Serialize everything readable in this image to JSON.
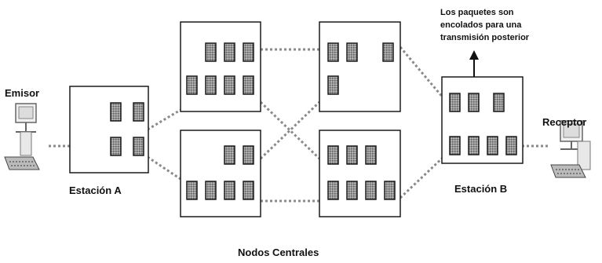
{
  "labels": {
    "emisor": "Emisor",
    "receptor": "Receptor",
    "estacion_a": "Estación A",
    "estacion_b": "Estación B",
    "nodos_centrales": "Nodos Centrales",
    "annotation": [
      "Los paquetes son",
      "encolados para una",
      "transmisión posterior"
    ]
  },
  "icons": {
    "sender": "computer-icon",
    "receiver": "computer-icon",
    "packet": "packet-icon",
    "queue_arrow": "arrow-up-icon"
  },
  "colors": {
    "box_border": "#1a1a1a",
    "packet_fill": "#8a8a8a",
    "link": "#888888",
    "text": "#111111"
  }
}
